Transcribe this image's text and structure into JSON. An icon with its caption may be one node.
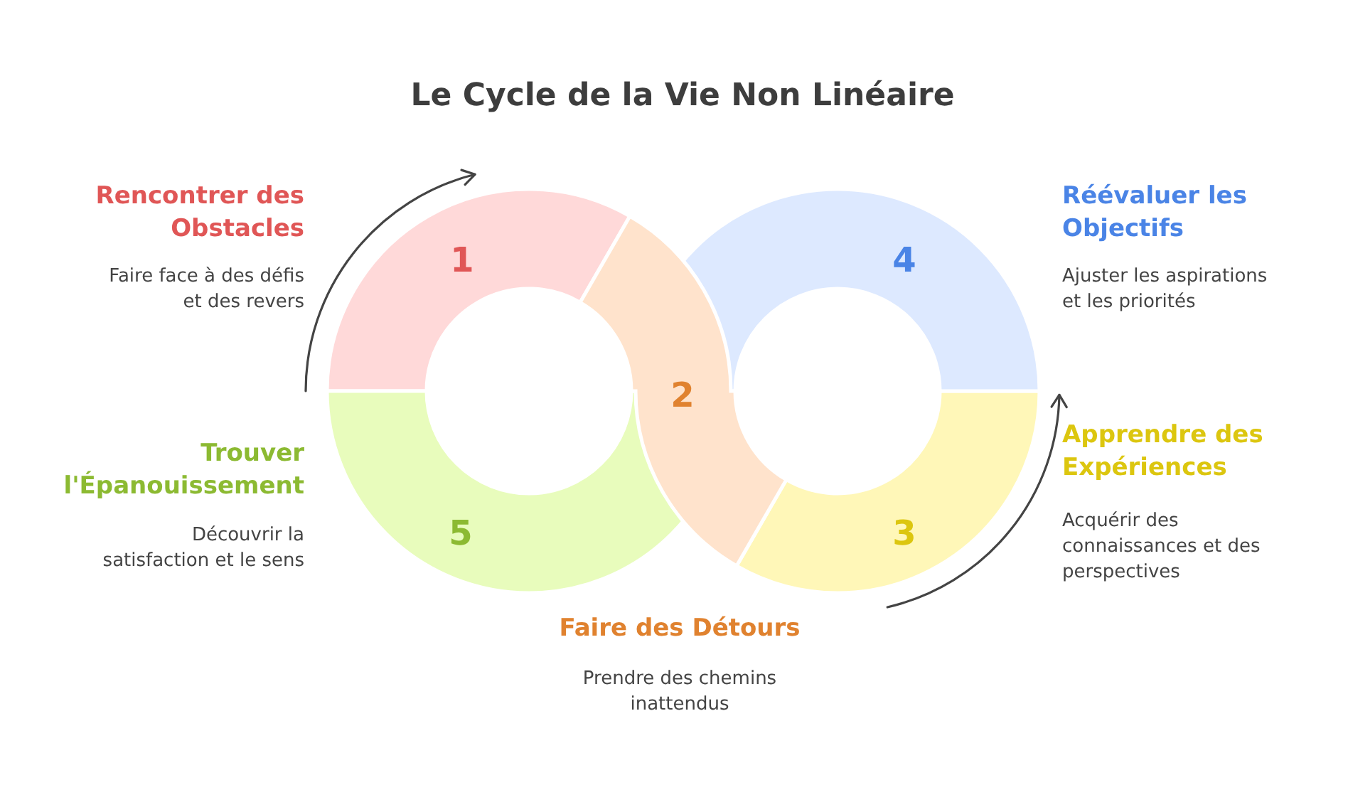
{
  "diagram": {
    "title": "Le Cycle de la Vie Non Linéaire",
    "nodes": [
      {
        "text": [
          "1"
        ],
        "beside": [
          "Rencontrer des Obstacles",
          "Faire face à des défis et des revers"
        ]
      },
      {
        "text": [
          "2"
        ],
        "beside": [
          "Faire des Détours",
          "Prendre des chemins inattendus"
        ]
      },
      {
        "text": [
          "3"
        ],
        "beside": [
          "Apprendre des Expériences",
          "Acquérir des connaissances et des perspectives"
        ]
      },
      {
        "text": [
          "4"
        ],
        "beside": [
          "Réévaluer les Objectifs",
          "Ajuster les aspirations et les priorités"
        ]
      },
      {
        "text": [
          "5"
        ],
        "beside": [
          "Trouver l'Épanouissement",
          "Découvrir la satisfaction et le sens"
        ]
      }
    ]
  }
}
